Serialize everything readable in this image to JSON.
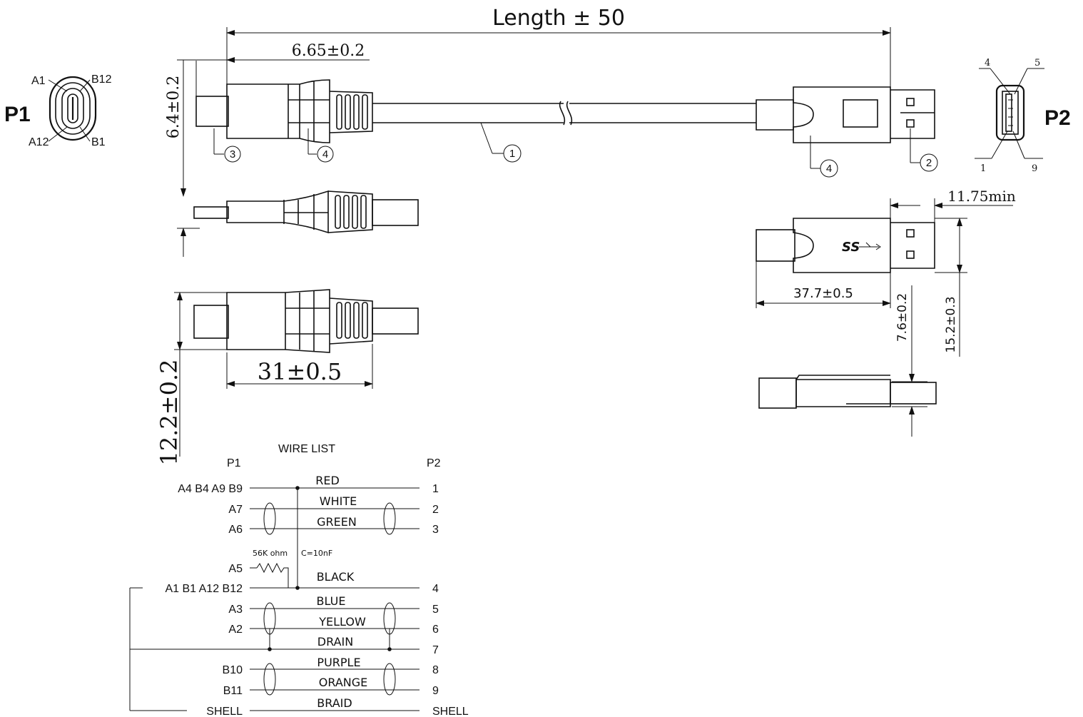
{
  "dimensions": {
    "length": "Length ± 50",
    "p1_offset": "6.65±0.2",
    "p1_height": "6.4±0.2",
    "p1_width": "12.2±0.2",
    "p1_overmold": "31±0.5",
    "p2_min": "11.75min",
    "p2_length": "37.7±0.5",
    "p2_thickness": "7.6±0.2",
    "p2_width": "15.2±0.3"
  },
  "connectors": {
    "p1_label": "P1",
    "p2_label": "P2",
    "p1_pins": [
      "A1",
      "B12",
      "A12",
      "B1"
    ],
    "p2_pins": [
      "4",
      "5",
      "1",
      "9"
    ],
    "usb_logo": "SS"
  },
  "callouts": [
    "1",
    "2",
    "3",
    "4",
    "4"
  ],
  "wire_list": {
    "title": "WIRE LIST",
    "p1_header": "P1",
    "p2_header": "P2",
    "resistor_label": "56K ohm",
    "capacitor_label": "C=10nF",
    "rows": [
      {
        "p1": "A4 B4 A9 B9",
        "color": "RED",
        "p2": "1"
      },
      {
        "p1": "A7",
        "color": "WHITE",
        "p2": "2"
      },
      {
        "p1": "A6",
        "color": "GREEN",
        "p2": "3"
      },
      {
        "p1": "A5",
        "color": "",
        "p2": ""
      },
      {
        "p1": "A1 B1 A12 B12",
        "color": "BLACK",
        "p2": "4"
      },
      {
        "p1": "A3",
        "color": "BLUE",
        "p2": "5"
      },
      {
        "p1": "A2",
        "color": "YELLOW",
        "p2": "6"
      },
      {
        "p1": "",
        "color": "DRAIN",
        "p2": "7"
      },
      {
        "p1": "B10",
        "color": "PURPLE",
        "p2": "8"
      },
      {
        "p1": "B11",
        "color": "ORANGE",
        "p2": "9"
      },
      {
        "p1": "SHELL",
        "color": "BRAID",
        "p2": "SHELL"
      }
    ]
  }
}
